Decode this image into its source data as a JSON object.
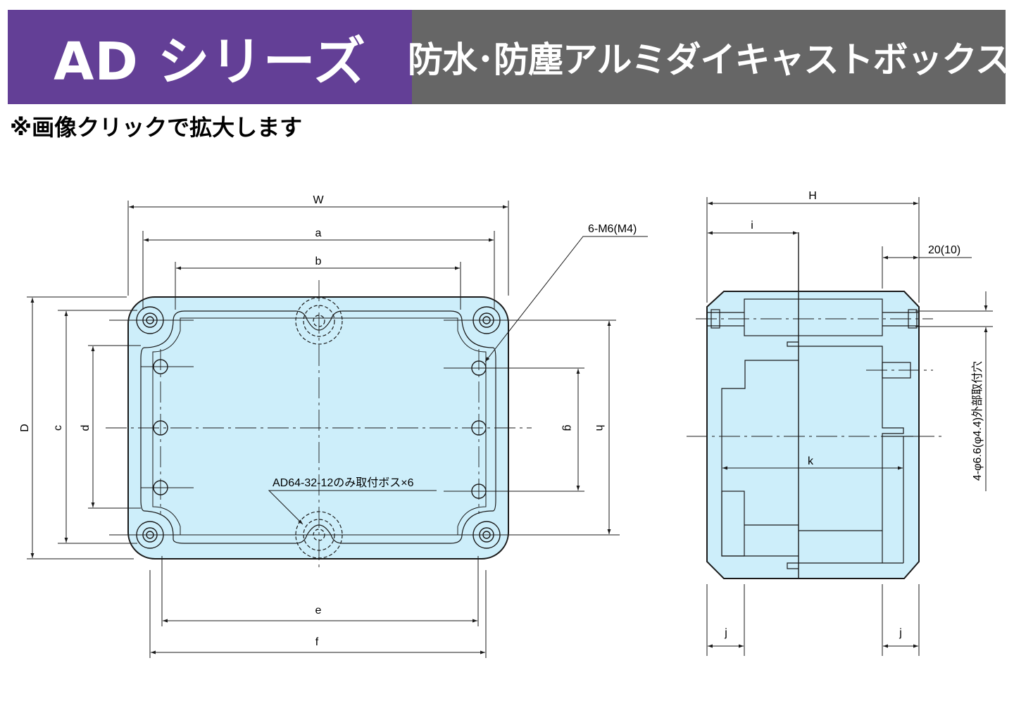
{
  "header": {
    "series_title": "AD シリーズ",
    "product_title": "防水･防塵アルミダイキャストボックス",
    "left_bg": "#633f96",
    "right_bg": "#666666"
  },
  "notice": "※画像クリックで拡大します",
  "colors": {
    "body_fill": "#cdeefa",
    "line": "#1a1a1a"
  },
  "front_view": {
    "dim_W": "W",
    "dim_a": "a",
    "dim_b": "b",
    "dim_D": "D",
    "dim_c": "c",
    "dim_d": "d",
    "dim_g": "g",
    "dim_h": "h",
    "dim_e": "e",
    "dim_f": "f",
    "screw_note": "6-M6(M4)",
    "boss_note": "AD64-32-12のみ取付ボス×6"
  },
  "side_view": {
    "dim_H": "H",
    "dim_i": "i",
    "dim_k": "k",
    "dim_j_left": "j",
    "dim_j_right": "j",
    "dim_20": "20(10)",
    "hole_note": "4-φ6.6(φ4.4)外部取付穴"
  }
}
